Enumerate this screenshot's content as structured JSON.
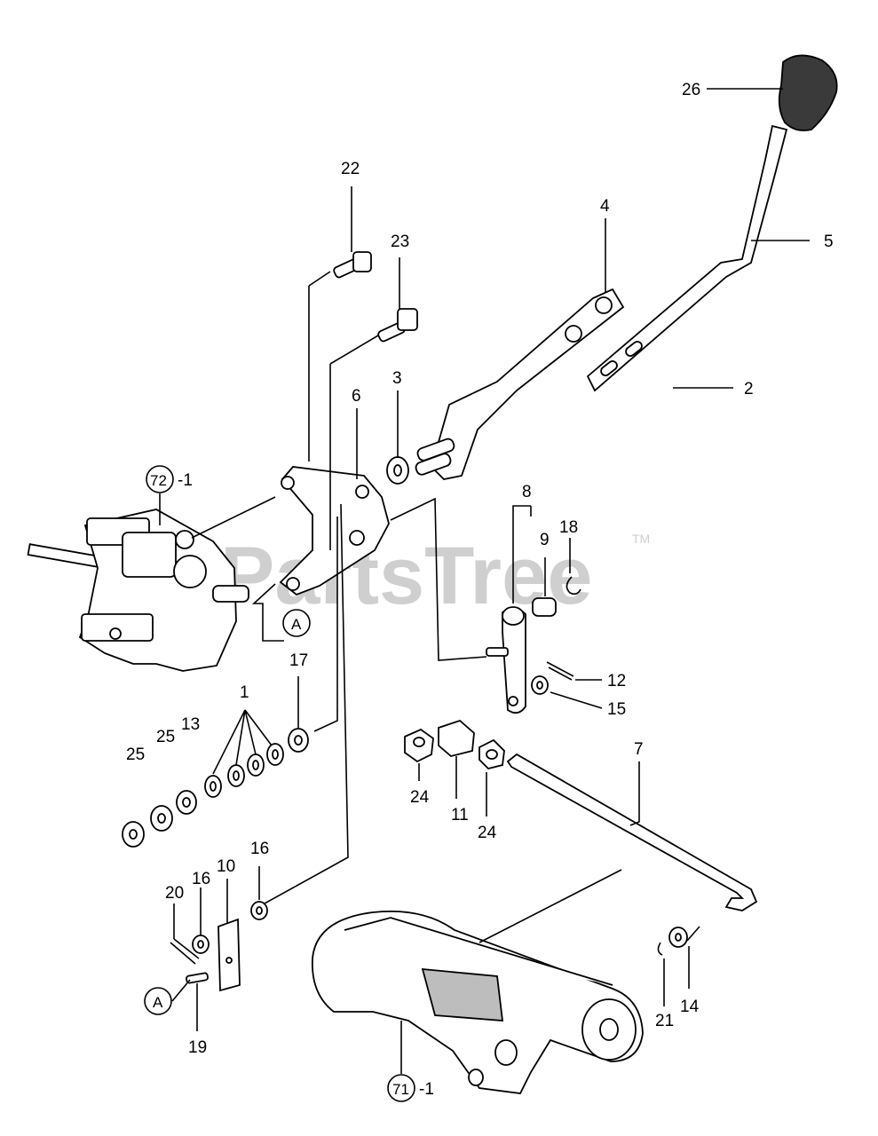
{
  "watermark": {
    "text": "PartsTree",
    "tm": "TM"
  },
  "labels": {
    "p1": "1",
    "p2": "2",
    "p3": "3",
    "p4": "4",
    "p5": "5",
    "p6": "6",
    "p7": "7",
    "p8": "8",
    "p9": "9",
    "p10": "10",
    "p11": "11",
    "p12": "12",
    "p13": "13",
    "p14": "14",
    "p15": "15",
    "p16a": "16",
    "p16b": "16",
    "p17": "17",
    "p18": "18",
    "p19": "19",
    "p20": "20",
    "p21": "21",
    "p22": "22",
    "p23": "23",
    "p24a": "24",
    "p24b": "24",
    "p25a": "25",
    "p25b": "25",
    "p26": "26",
    "ref72_num": "72",
    "ref72_suffix": "-1",
    "ref71_num": "71",
    "ref71_suffix": "-1",
    "refA1": "A",
    "refA2": "A"
  }
}
